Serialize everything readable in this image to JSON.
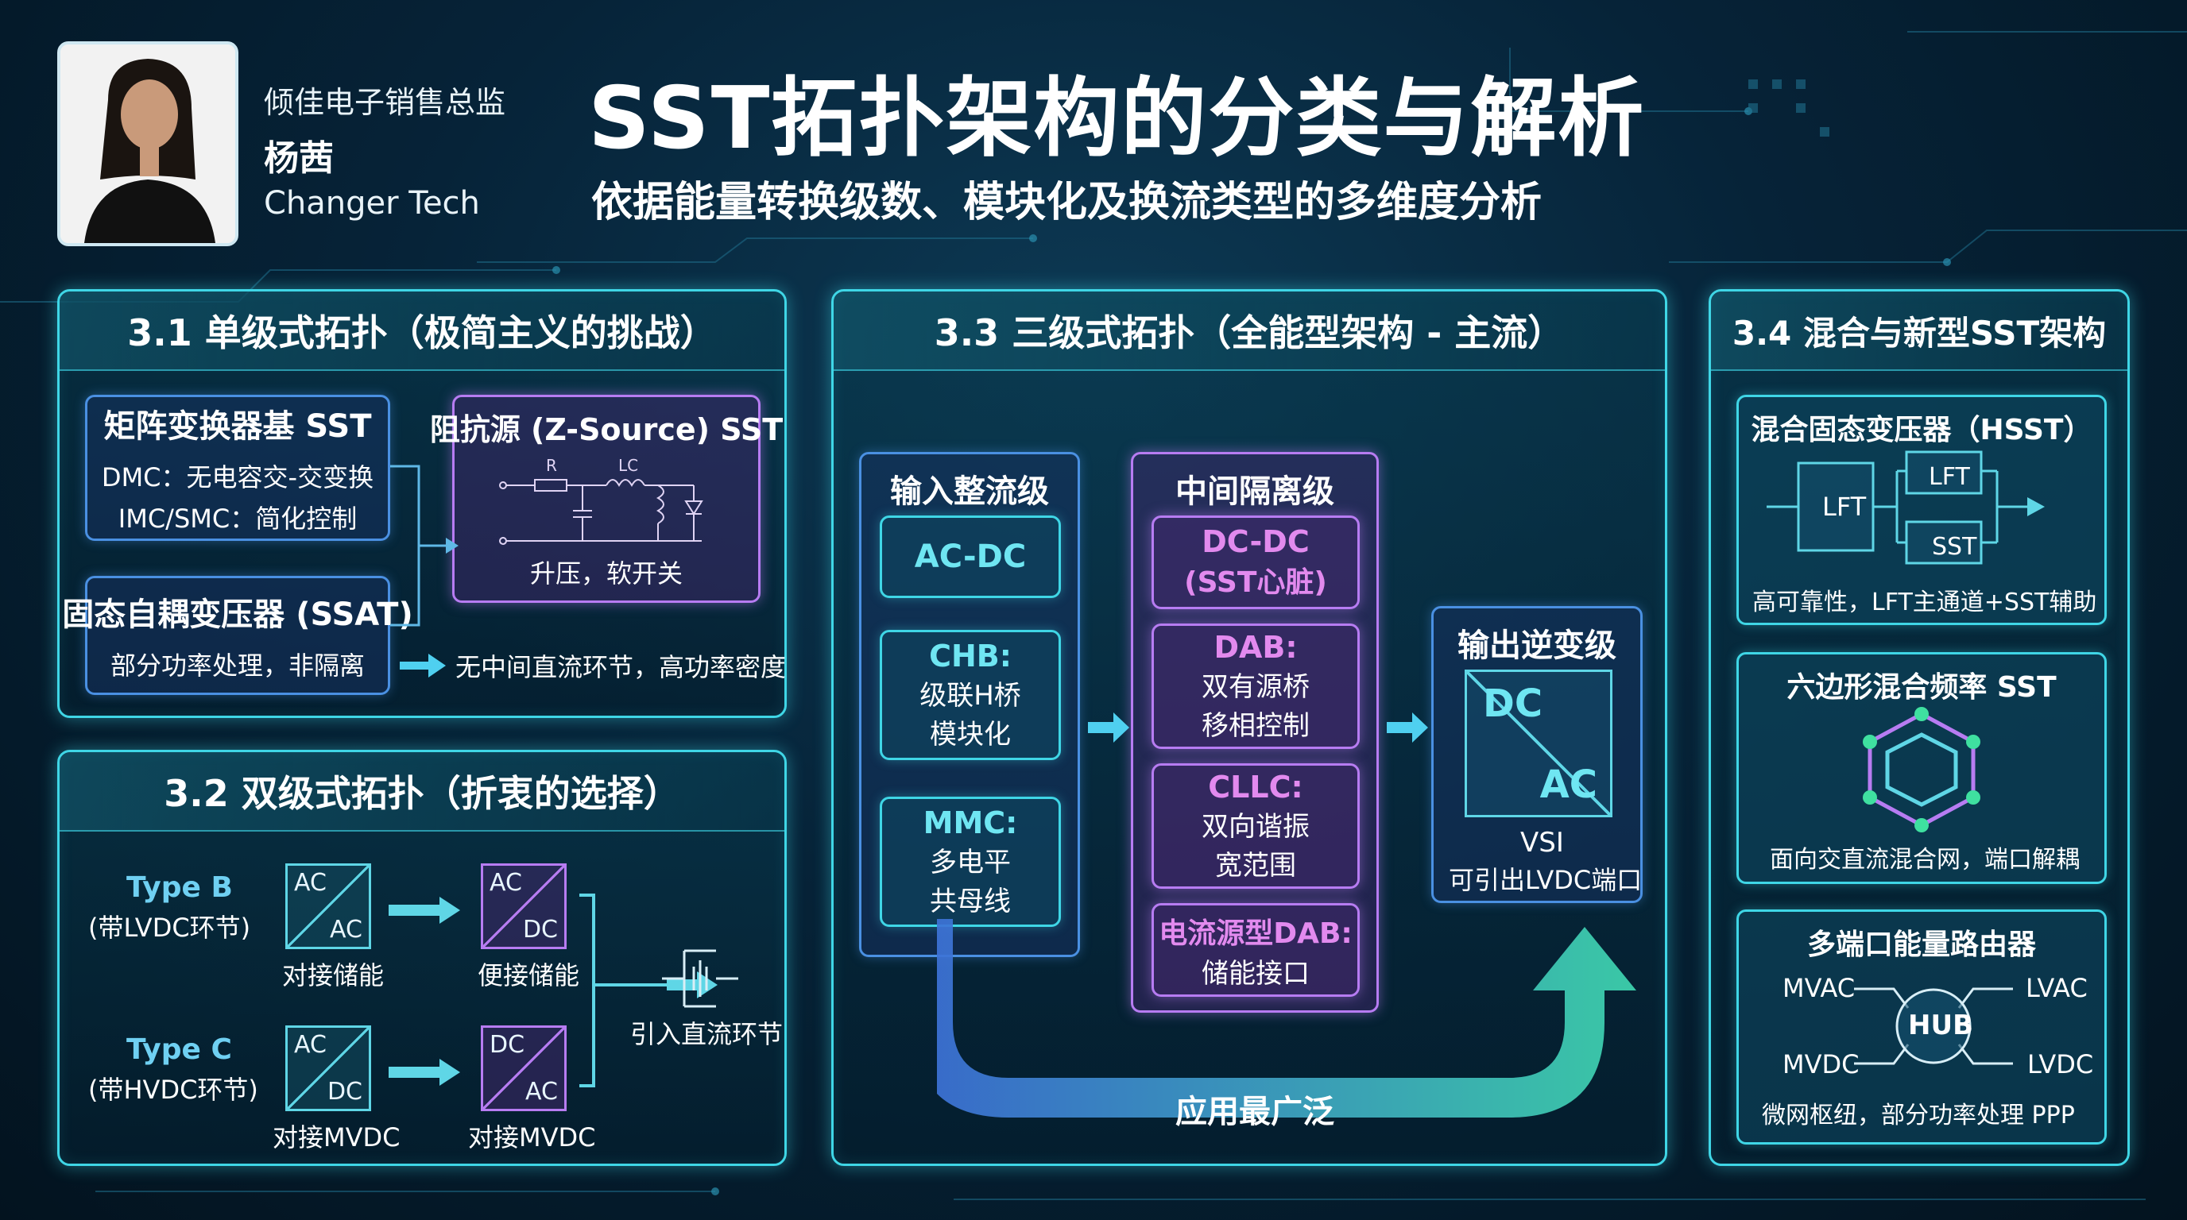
{
  "header": {
    "role": "倾佳电子销售总监",
    "name": "杨茜",
    "company": "Changer Tech",
    "title": "SST拓扑架构的分类与解析",
    "subtitle": "依据能量转换级数、模块化及换流类型的多维度分析"
  },
  "p31": {
    "title": "3.1 单级式拓扑（极简主义的挑战）",
    "matrix": {
      "title": "矩阵变换器基 SST",
      "line1": "DMC：无电容交-交变换",
      "line2": "IMC/SMC：简化控制"
    },
    "zsource": {
      "title": "阻抗源 (Z-Source) SST",
      "r_label": "R",
      "lc_label": "LC",
      "caption": "升压，软开关"
    },
    "ssat": {
      "title": "固态自耦变压器 (SSAT)",
      "desc": "部分功率处理，非隔离"
    },
    "note": "无中间直流环节，高功率密度"
  },
  "p32": {
    "title": "3.2 双级式拓扑（折衷的选择）",
    "typeb": {
      "name": "Type B",
      "sub": "(带LVDC环节)"
    },
    "typec": {
      "name": "Type C",
      "sub": "(带HVDC环节)"
    },
    "b1": {
      "tl": "AC",
      "br": "AC",
      "caption": "对接储能"
    },
    "b2": {
      "tl": "AC",
      "br": "DC",
      "caption": "便接储能"
    },
    "c1": {
      "tl": "AC",
      "br": "DC",
      "caption": "对接MVDC"
    },
    "c2": {
      "tl": "DC",
      "br": "AC",
      "caption": "对接MVDC"
    },
    "dc_link": "引入直流环节"
  },
  "p33": {
    "title": "3.3 三级式拓扑（全能型架构 - 主流）",
    "input": {
      "title": "输入整流级",
      "acdc": "AC-DC",
      "chb_t": "CHB:",
      "chb_1": "级联H桥",
      "chb_2": "模块化",
      "mmc_t": "MMC:",
      "mmc_1": "多电平",
      "mmc_2": "共母线"
    },
    "mid": {
      "title": "中间隔离级",
      "dcdc_1": "DC-DC",
      "dcdc_2": "(SST心脏)",
      "dab_t": "DAB:",
      "dab_1": "双有源桥",
      "dab_2": "移相控制",
      "cllc_t": "CLLC:",
      "cllc_1": "双向谐振",
      "cllc_2": "宽范围",
      "csdab_t": "电流源型DAB:",
      "csdab_1": "储能接口"
    },
    "out": {
      "title": "输出逆变级",
      "dc": "DC",
      "ac": "AC",
      "vsi": "VSI",
      "vsi_desc": "可引出LVDC端口"
    },
    "arrow_label": "应用最广泛"
  },
  "p34": {
    "title": "3.4 混合与新型SST架构",
    "hsst": {
      "title": "混合固态变压器（HSST）",
      "lft_main": "LFT",
      "lft_top": "LFT",
      "sst": "SST",
      "caption": "高可靠性，LFT主通道+SST辅助"
    },
    "hex": {
      "title": "六边形混合频率 SST",
      "caption": "面向交直流混合网，端口解耦"
    },
    "router": {
      "title": "多端口能量路由器",
      "hub": "HUB",
      "mvac": "MVAC",
      "lvac": "LVAC",
      "mvdc": "MVDC",
      "lvdc": "LVDC",
      "caption": "微网枢纽，部分功率处理 PPP"
    }
  }
}
